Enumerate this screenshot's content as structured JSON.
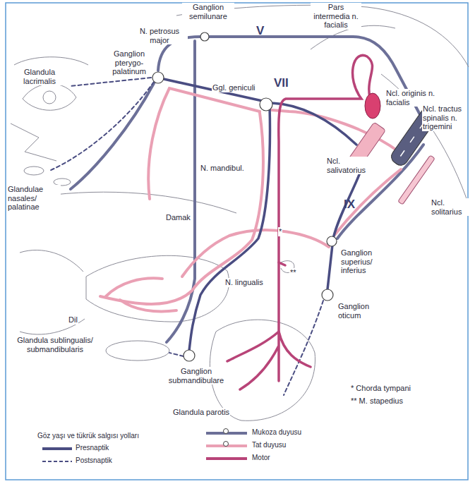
{
  "diagram": {
    "labels": [
      "Ganglion semilunare",
      "V",
      "Pars intermedia n. facialis",
      "N. petrosus major",
      "Ganglion pterygo-palatinum",
      "Glandula lacrimalis",
      "Ggl. geniculi",
      "VII",
      "Ncl. originis n. facialis",
      "Ncl. tractus spinalis n. trigemini",
      "Ncl. salivatorius",
      "N. mandibul.",
      "Glandulae nasales/ palatinae",
      "Damak",
      "IX",
      "Ncl. solitarius",
      "Ganglion superius/ inferius",
      "N. lingualis",
      "Ganglion oticum",
      "Dil",
      "Glandula sublingualis/ submandibularis",
      "Ganglion submandibulare",
      "Glandula parotis",
      "* Chorda tympani",
      "** M. stapedius",
      "Göz yaşı ve tükrük salgısı yolları",
      "*",
      "**"
    ],
    "legend": [
      {
        "text": "Presnaptik"
      },
      {
        "text": "Postsnaptik"
      },
      {
        "text": "Mukoza duyusu"
      },
      {
        "text": "Tat duyusu"
      },
      {
        "text": "Motor"
      }
    ]
  }
}
